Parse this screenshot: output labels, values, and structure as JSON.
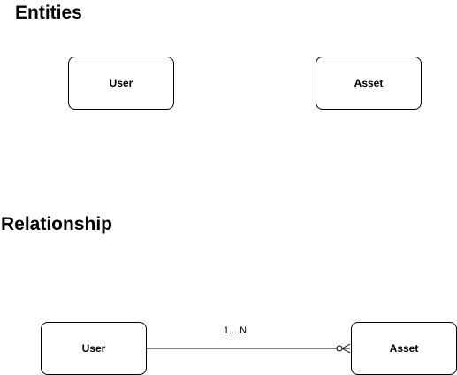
{
  "headings": {
    "entities": "Entities",
    "relationship": "Relationship"
  },
  "entities_section": {
    "user": "User",
    "asset": "Asset"
  },
  "relationship_section": {
    "source": "User",
    "target": "Asset",
    "cardinality_label": "1....N",
    "target_end_notation": "zero-or-many"
  },
  "colors": {
    "stroke": "#000000",
    "background": "#ffffff"
  }
}
